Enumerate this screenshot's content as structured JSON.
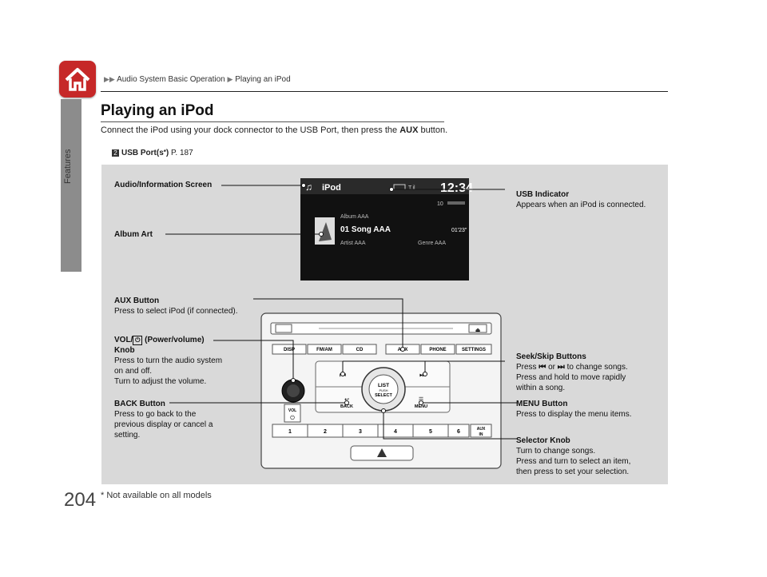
{
  "page_number": "204",
  "sidebar_label": "Features",
  "breadcrumb": [
    "Audio System Basic Operation",
    "Playing an iPod"
  ],
  "title": "Playing an iPod",
  "intro_text_before": "Connect the iPod using your dock connector to the USB Port, then press the ",
  "intro_bold": "AUX",
  "intro_text_after": " button.",
  "xref_label": "USB Port(s",
  "xref_star": "*",
  "xref_close": ")",
  "xref_page": " P. 187",
  "footnote": "* Not available on all models",
  "screen": {
    "source": "iPod",
    "signal": "T.il",
    "clock": "12:34",
    "track_number": "10",
    "album": "Album AAA",
    "song": "01 Song AAA",
    "time": "01'23\"",
    "artist": "Artist AAA",
    "genre": "Genre AAA"
  },
  "unit_buttons": {
    "disp": "DISP",
    "fmam": "FM/AM",
    "cd": "CD",
    "aux": "AUX",
    "phone": "PHONE",
    "settings": "SETTINGS",
    "back": "BACK",
    "menu": "MENU",
    "list": "LIST",
    "push": "PUSH",
    "select": "SELECT",
    "vol": "VOL",
    "presets": [
      "1",
      "2",
      "3",
      "4",
      "5",
      "6"
    ],
    "aux_in_1": "AUX",
    "aux_in_2": "IN"
  },
  "callouts": {
    "audio_screen": "Audio/Information Screen",
    "album_art": "Album Art",
    "usb_title": "USB Indicator",
    "usb_desc": "Appears when an iPod is connected.",
    "aux_title": "AUX Button",
    "aux_desc": "Press to select iPod (if connected).",
    "vol_title_1": "VOL/",
    "vol_title_2": " (Power/volume)",
    "vol_title_3": "Knob",
    "vol_desc_1": "Press to turn the audio system",
    "vol_desc_2": "on and off.",
    "vol_desc_3": "Turn to adjust the volume.",
    "seek_title": "Seek/Skip Buttons",
    "seek_desc_1a": "Press ",
    "seek_desc_1b": " or ",
    "seek_desc_1c": " to change songs.",
    "seek_desc_2": "Press and hold to move rapidly",
    "seek_desc_3": "within a song.",
    "back_title": "BACK Button",
    "back_desc_1": "Press to go back to the",
    "back_desc_2": "previous display or cancel a",
    "back_desc_3": "setting.",
    "menu_title": "MENU Button",
    "menu_desc": "Press to display the menu items.",
    "selector_title": "Selector Knob",
    "selector_desc_1": "Turn to change songs.",
    "selector_desc_2": "Press and turn to select an item,",
    "selector_desc_3": "then press to set your selection."
  }
}
